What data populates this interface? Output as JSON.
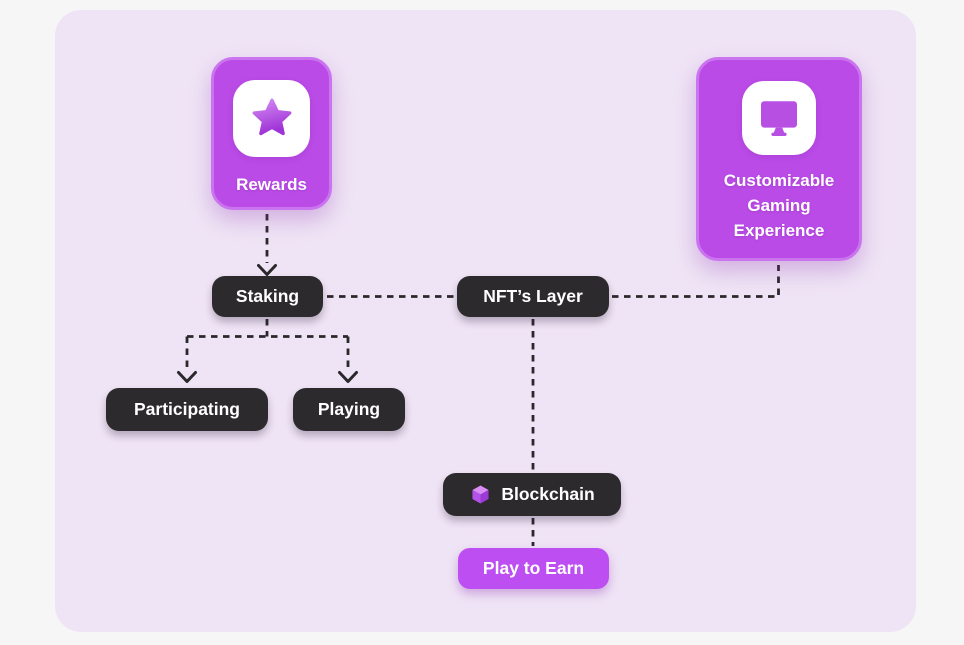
{
  "canvas": {
    "background": "#f6f6f7",
    "panel_background": "#efe4f5"
  },
  "colors": {
    "card_purple": "#ba4be6",
    "card_border": "#cb74f0",
    "pill_dark": "#2d2a2d",
    "pill_bright_purple": "#bd4ff2",
    "connector": "#2b282b",
    "text": "#ffffff"
  },
  "nodes": {
    "rewards": {
      "label": "Rewards",
      "icon": "star-icon",
      "type": "card"
    },
    "customizable": {
      "label": "Customizable Gaming Experience",
      "icon": "monitor-icon",
      "type": "card"
    },
    "staking": {
      "label": "Staking",
      "type": "dark-pill"
    },
    "nft_layer": {
      "label": "NFT’s Layer",
      "type": "dark-pill"
    },
    "participating": {
      "label": "Participating",
      "type": "dark-pill"
    },
    "playing": {
      "label": "Playing",
      "type": "dark-pill"
    },
    "blockchain": {
      "label": "Blockchain",
      "icon": "cube-icon",
      "type": "dark-pill"
    },
    "play_to_earn": {
      "label": "Play to Earn",
      "type": "purple-pill"
    }
  },
  "edges": [
    {
      "from": "rewards",
      "to": "staking",
      "style": "dashed",
      "arrow": true
    },
    {
      "from": "staking",
      "to": "nft_layer",
      "style": "dashed",
      "arrow": false
    },
    {
      "from": "nft_layer",
      "to": "customizable",
      "style": "dashed",
      "arrow": false
    },
    {
      "from": "staking",
      "to": "participating",
      "style": "dashed",
      "arrow": true
    },
    {
      "from": "staking",
      "to": "playing",
      "style": "dashed",
      "arrow": true
    },
    {
      "from": "nft_layer",
      "to": "blockchain",
      "style": "dashed",
      "arrow": false
    },
    {
      "from": "blockchain",
      "to": "play_to_earn",
      "style": "dashed",
      "arrow": false
    }
  ]
}
